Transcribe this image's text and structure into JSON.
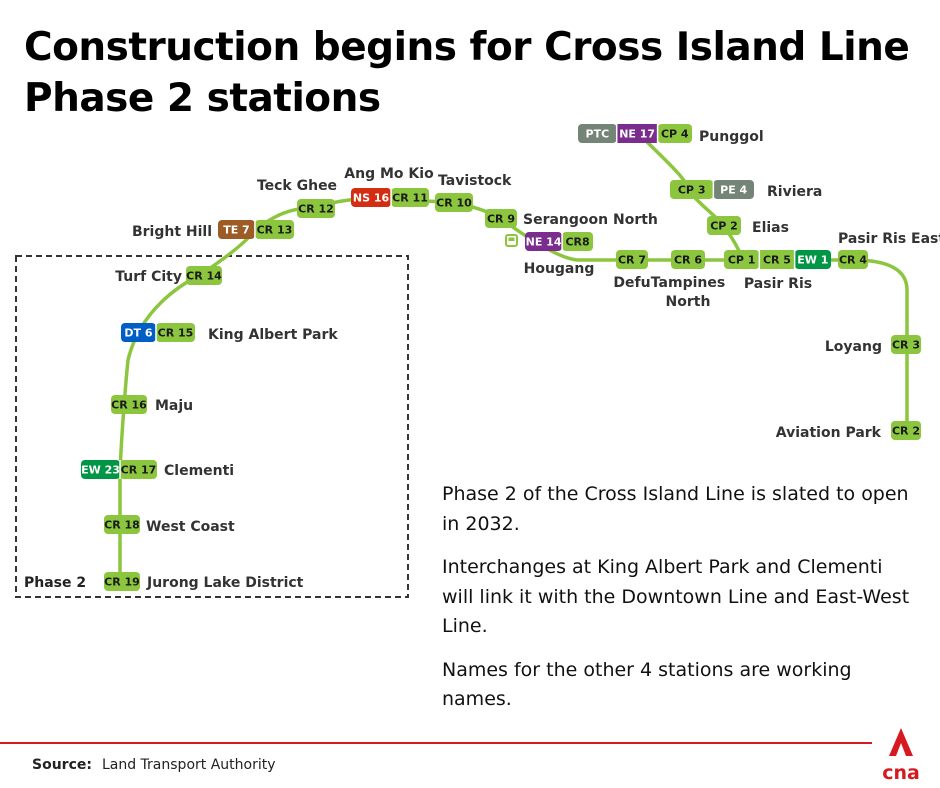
{
  "title": "Construction begins for Cross Island Line Phase 2 stations",
  "colors": {
    "line": "#8cc63f",
    "cr_badge": "#8cc63f",
    "ne": "#7b2d8e",
    "ns": "#d42e12",
    "te": "#9d5b25",
    "dt": "#005ec4",
    "ew": "#009645",
    "lrt": "#748477",
    "brand_red": "#d71920"
  },
  "phase_label": "Phase 2",
  "stations": {
    "punggol": {
      "badges": [
        "PTC",
        "NE 17",
        "CP 4"
      ],
      "name": "Punggol"
    },
    "riviera": {
      "badges": [
        "CP 3",
        "PE 4"
      ],
      "name": "Riviera"
    },
    "elias": {
      "badges": [
        "CP 2"
      ],
      "name": "Elias"
    },
    "pasir_ris": {
      "badges": [
        "CP 1",
        "CR 5",
        "EW 1"
      ],
      "name": "Pasir Ris"
    },
    "pasir_ris_east": {
      "badges": [
        "CR 4"
      ],
      "name": "Pasir Ris East"
    },
    "loyang": {
      "badges": [
        "CR 3"
      ],
      "name": "Loyang"
    },
    "aviation_park": {
      "badges": [
        "CR 2"
      ],
      "name": "Aviation Park"
    },
    "tampines_north": {
      "badges": [
        "CR 6"
      ],
      "name_lines": [
        "Tampines",
        "North"
      ]
    },
    "defu": {
      "badges": [
        "CR 7"
      ],
      "name": "Defu"
    },
    "hougang": {
      "badges": [
        "NE 14",
        "CR8"
      ],
      "name": "Hougang"
    },
    "serangoon_north": {
      "badges": [
        "CR 9"
      ],
      "name": "Serangoon North"
    },
    "tavistock": {
      "badges": [
        "CR 10"
      ],
      "name": "Tavistock"
    },
    "ang_mo_kio": {
      "badges": [
        "NS 16",
        "CR 11"
      ],
      "name": "Ang Mo Kio"
    },
    "teck_ghee": {
      "badges": [
        "CR 12"
      ],
      "name": "Teck Ghee"
    },
    "bright_hill": {
      "badges": [
        "TE 7",
        "CR 13"
      ],
      "name": "Bright Hill"
    },
    "turf_city": {
      "badges": [
        "CR 14"
      ],
      "name": "Turf City"
    },
    "king_albert_park": {
      "badges": [
        "DT 6",
        "CR 15"
      ],
      "name": "King Albert Park"
    },
    "maju": {
      "badges": [
        "CR 16"
      ],
      "name": "Maju"
    },
    "clementi": {
      "badges": [
        "EW 23",
        "CR 17"
      ],
      "name": "Clementi"
    },
    "west_coast": {
      "badges": [
        "CR 18"
      ],
      "name": "West Coast"
    },
    "jurong_lake_district": {
      "badges": [
        "CR 19"
      ],
      "name": "Jurong Lake District"
    }
  },
  "description": [
    "Phase 2 of the Cross Island Line is slated to open in 2032.",
    "Interchanges at King Albert Park and Clementi will link it with the Downtown Line and East-West Line.",
    "Names for the other 4 stations are working names."
  ],
  "source": {
    "label": "Source:",
    "text": "Land Transport Authority"
  },
  "logo": {
    "text": "cna"
  }
}
